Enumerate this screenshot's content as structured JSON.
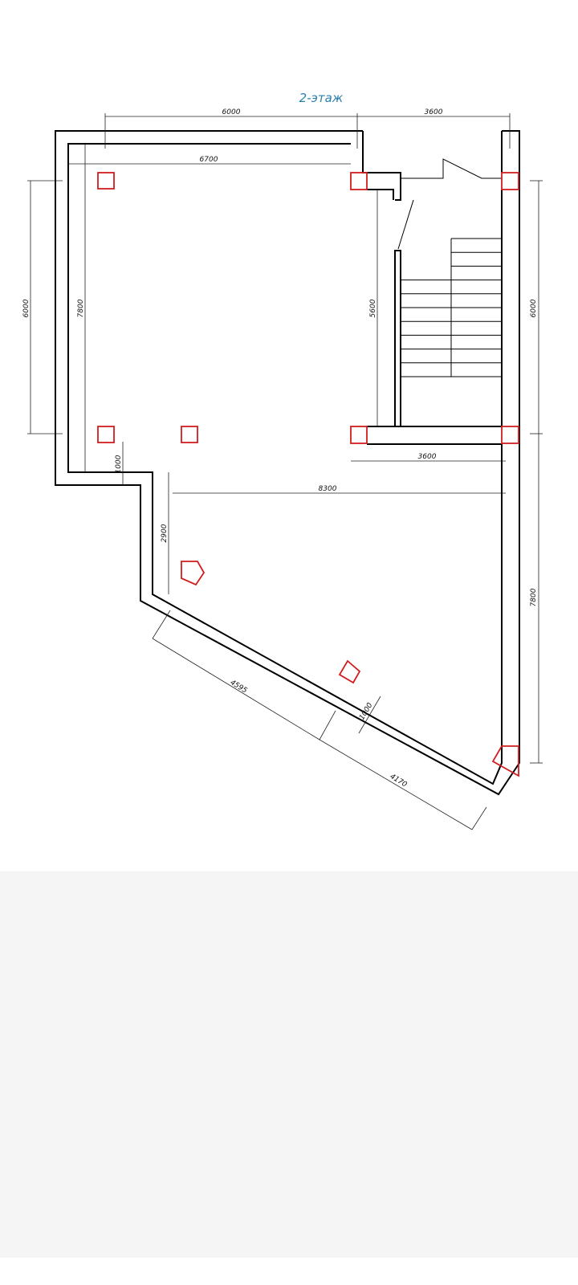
{
  "floor_plan": {
    "title": "2-этаж",
    "colors": {
      "title": "#2a7fb0",
      "walls": "#000000",
      "columns": "#d11d1d",
      "background": "#ffffff",
      "lower_panel": "#f5f5f5"
    },
    "dimensions": {
      "top_left_span": "6000",
      "top_right_span": "3600",
      "inner_top_width": "6700",
      "left_outer_height": "6000",
      "left_inner_height": "7800",
      "stair_height": "5600",
      "right_upper_height": "6000",
      "stair_width": "3600",
      "wall_step": "1000",
      "middle_width": "8300",
      "lower_left_height": "2900",
      "diagonal_length_1": "4595",
      "diagonal_offset": "1000",
      "diagonal_length_2": "4170",
      "right_lower_height": "7800"
    },
    "stair_treads": 11
  }
}
